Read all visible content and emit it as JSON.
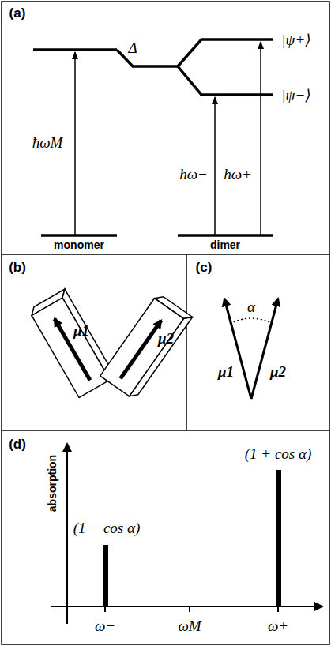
{
  "diagram": {
    "labels": [
      "(a)",
      "ħωM",
      "Δ",
      "|ψ+⟩",
      "|ψ−⟩",
      "ħω−",
      "ħω+",
      "monomer",
      "dimer",
      "(b)",
      "μ1",
      "μ2",
      "(c)",
      "μ1",
      "α",
      "μ2",
      "(d)",
      "absorption",
      "(1 − cos α)",
      "(1 + cos α)",
      "ω−",
      "ωM",
      "ω+"
    ]
  }
}
